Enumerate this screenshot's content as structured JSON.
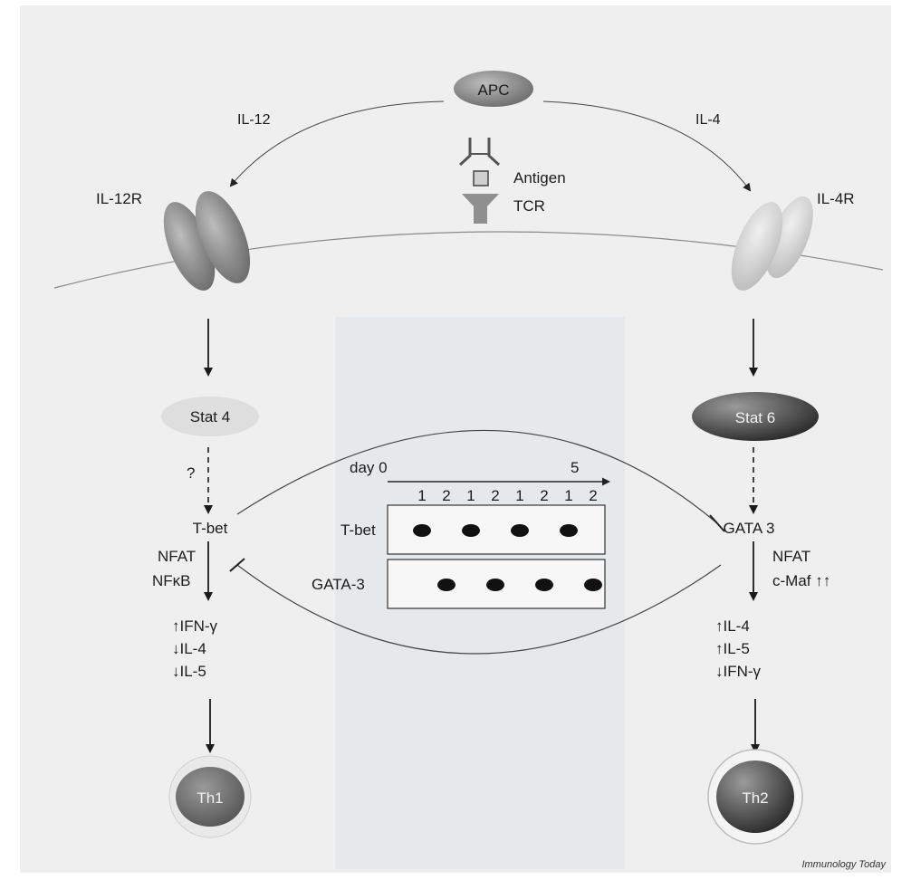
{
  "diagram": {
    "apc_label": "APC",
    "il12_label": "IL-12",
    "il4_label": "IL-4",
    "antigen_label": "Antigen",
    "tcr_label": "TCR",
    "il12r_label": "IL-12R",
    "il4r_label": "IL-4R",
    "stat4_label": "Stat 4",
    "stat6_label": "Stat 6",
    "question_label": "?",
    "tbet_label": "T-bet",
    "gata3_label": "GATA 3",
    "left_factors": [
      "NFAT",
      "NFκB"
    ],
    "right_factors": [
      "NFAT",
      "c-Maf ↑↑"
    ],
    "th1_effects": [
      "↑IFN-γ",
      "↓IL-4",
      "↓IL-5"
    ],
    "th2_effects": [
      "↑IL-4",
      "↑IL-5",
      "↓IFN-γ"
    ],
    "th1_label": "Th1",
    "th2_label": "Th2",
    "credit": "Immunology Today"
  },
  "blot": {
    "day_start_label": "day 0",
    "day_end_label": "5",
    "lane_labels": [
      "1",
      "2",
      "1",
      "2",
      "1",
      "2",
      "1",
      "2"
    ],
    "row1_label": "T-bet",
    "row2_label": "GATA-3",
    "row1_bands": [
      1,
      0,
      1,
      0,
      1,
      0,
      1,
      0
    ],
    "row2_bands": [
      0,
      1,
      0,
      1,
      0,
      1,
      0,
      1
    ]
  }
}
